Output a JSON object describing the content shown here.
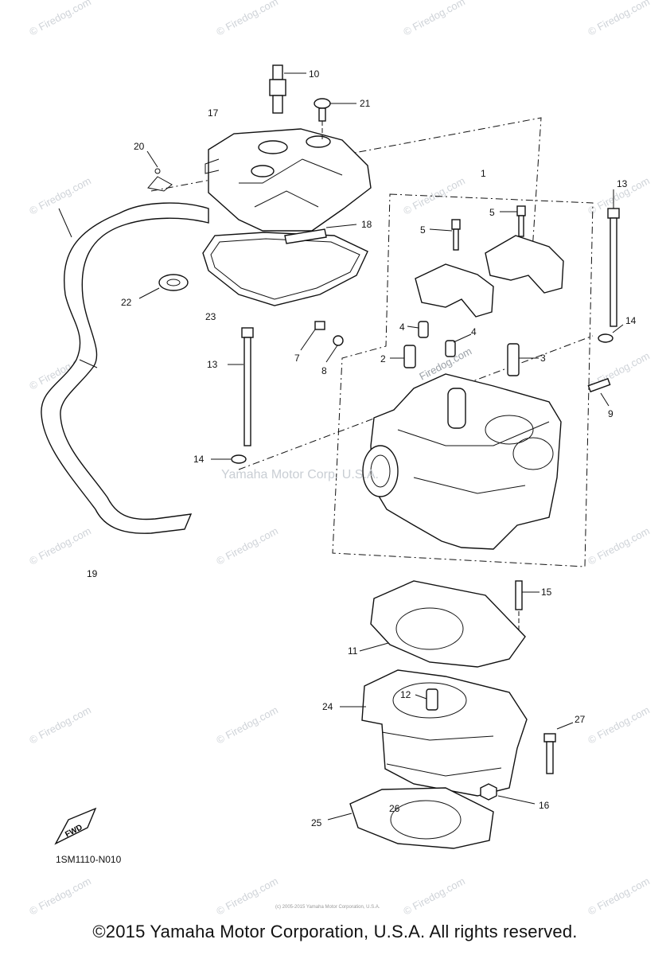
{
  "watermark": {
    "site": "© Firedog.com",
    "site_inline": "Firedog.com",
    "maker": "Yamaha Motor Corp. U.S.A."
  },
  "callouts": [
    "1",
    "2",
    "3",
    "4",
    "4",
    "5",
    "5",
    "7",
    "8",
    "9",
    "10",
    "11",
    "12",
    "13",
    "13",
    "14",
    "14",
    "15",
    "16",
    "17",
    "18",
    "19",
    "20",
    "21",
    "22",
    "23",
    "24",
    "25",
    "26",
    "27"
  ],
  "fwd_label": "FWD",
  "diagram_code": "1SM1110-N010",
  "tiny_copyright": "(c) 2005-2015 Yamaha Motor Corporation, U.S.A.",
  "copyright": "©2015 Yamaha Motor Corporation, U.S.A. All rights reserved."
}
